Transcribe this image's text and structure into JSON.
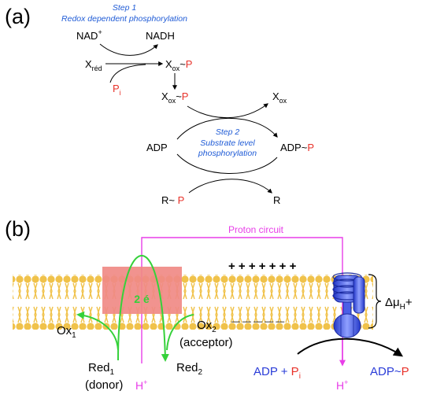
{
  "colors": {
    "text": "#000000",
    "red": "#e8322a",
    "blue_label": "#1f5bd6",
    "magenta": "#e83ee8",
    "green": "#35d13a",
    "membrane": "#f0c24a",
    "complex": "#f08a86",
    "atpase": "#3a50e0"
  },
  "panel_a": {
    "label": "(a)",
    "step1": {
      "title": "Step 1",
      "desc": "Redox dependent phosphorylation"
    },
    "nad_plus": {
      "base": "NAD",
      "sup": "+"
    },
    "nadh": "NADH",
    "x_red": {
      "base": "X",
      "sub": "réd"
    },
    "x_ox_p1": {
      "base": "X",
      "sub": "ox",
      "tilde": "~",
      "p": "P"
    },
    "pi": {
      "base": "P",
      "sub": "i"
    },
    "x_ox_p2": {
      "base": "X",
      "sub": "ox",
      "tilde": "~",
      "p": "P"
    },
    "x_ox": {
      "base": "X",
      "sub": "ox"
    },
    "step2": {
      "title": "Step 2",
      "desc_line1": "Substrate level",
      "desc_line2": "phosphorylation"
    },
    "adp": "ADP",
    "adp_p": {
      "base": "ADP~",
      "p": "P"
    },
    "r_p": {
      "base": "R~ ",
      "p": "P"
    },
    "r": "R"
  },
  "panel_b": {
    "label": "(b)",
    "proton_circuit": "Proton circuit",
    "plus_signs": "+ + + + + + +",
    "minus_signs": "— — — — —",
    "two_e": "2 é",
    "delta_mu": {
      "base": "Δμ",
      "sub": "H",
      "sup": "+"
    },
    "ox1": {
      "base": "Ox",
      "sub": "1"
    },
    "ox2": {
      "base": "Ox",
      "sub": "2",
      "note": "(acceptor)"
    },
    "red1": {
      "base": "Red",
      "sub": "1",
      "note": "(donor)"
    },
    "red2": {
      "base": "Red",
      "sub": "2"
    },
    "h_plus_left": {
      "base": "H",
      "sup": "+"
    },
    "h_plus_right": {
      "base": "H",
      "sup": "+"
    },
    "adp_pi": {
      "adp": "ADP + ",
      "p": "P",
      "sub": "i"
    },
    "adp_p": {
      "base": "ADP~",
      "p": "P"
    }
  }
}
